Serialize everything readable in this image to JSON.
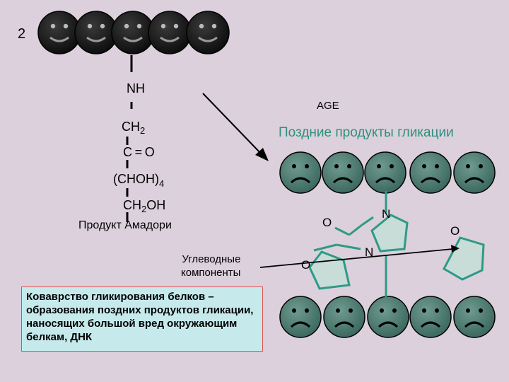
{
  "number": "2",
  "formula": {
    "nh": "NH",
    "ch2": "CH",
    "ch2_sub": "2",
    "co": "C = O",
    "choh": "(CHOH)",
    "choh_sub": "4",
    "ch2oh_a": "CH",
    "ch2oh_sub": "2",
    "ch2oh_b": "OH"
  },
  "amadori_label": "Продукт Амадори",
  "age_label": "AGE",
  "late_products_label": "Поздние продукты гликации",
  "carb_label_line1": "Углеводные",
  "carb_label_line2": "компоненты",
  "atoms": {
    "o_top": "O",
    "n_top": "N",
    "o_right": "O",
    "o_left": "O",
    "n_mid": "N"
  },
  "info_text": "Коваврство гликирования белков – образования поздних продуктов гликации, наносящих большой вред окружающим белкам, ДНК",
  "colors": {
    "background": "#dcd0dc",
    "happy_face": "#1a1a1a",
    "sad_face": "#4e7e74",
    "ring_fill": "#c8dcd8",
    "info_box": "#c6eaec",
    "info_border": "#e05050"
  },
  "icons": {
    "happy_faces": "smiley-face-icon",
    "sad_faces": "sad-face-icon"
  }
}
